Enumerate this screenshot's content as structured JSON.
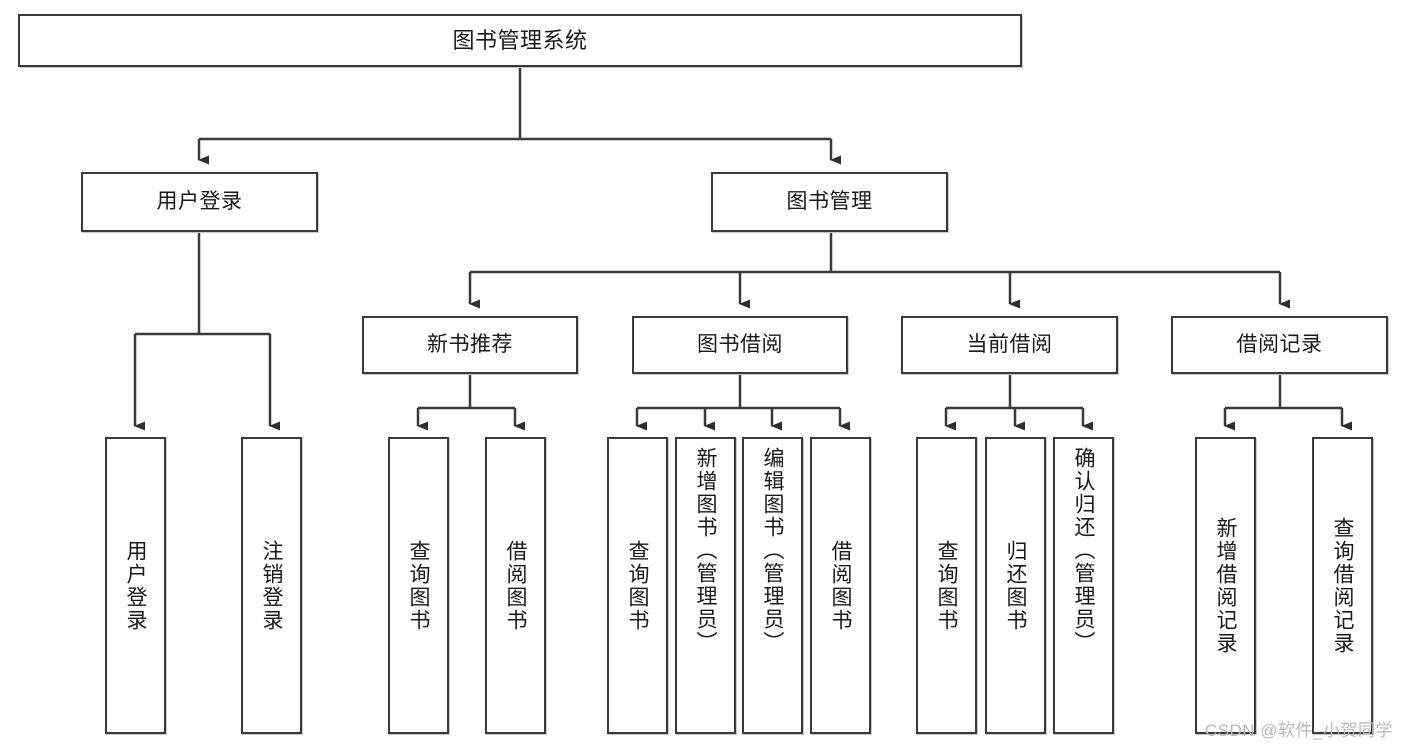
{
  "diagram": {
    "title": "图书管理系统",
    "type": "tree-hierarchy-diagram",
    "root": {
      "label": "图书管理系统"
    },
    "level2": [
      {
        "label": "用户登录"
      },
      {
        "label": "图书管理"
      }
    ],
    "level3": [
      {
        "label": "新书推荐"
      },
      {
        "label": "图书借阅"
      },
      {
        "label": "当前借阅"
      },
      {
        "label": "借阅记录"
      }
    ],
    "leaves": {
      "user_login": [
        {
          "label": "用户登录"
        },
        {
          "label": "注销登录"
        }
      ],
      "new_book": [
        {
          "label": "查询图书"
        },
        {
          "label": "借阅图书"
        }
      ],
      "book_borrow": [
        {
          "label": "查询图书"
        },
        {
          "label": "新增图书（管理员）"
        },
        {
          "label": "编辑图书（管理员）"
        },
        {
          "label": "借阅图书"
        }
      ],
      "current_borrow": [
        {
          "label": "查询图书"
        },
        {
          "label": "归还图书"
        },
        {
          "label": "确认归还（管理员）"
        }
      ],
      "borrow_record": [
        {
          "label": "新增借阅记录"
        },
        {
          "label": "查询借阅记录"
        }
      ]
    }
  },
  "watermark": {
    "text": "CSDN @软件_小贺同学"
  },
  "colors": {
    "stroke": "#3a3a3a",
    "background": "#ffffff",
    "text": "#1a1a1a",
    "watermark": "#b9b9b9"
  }
}
